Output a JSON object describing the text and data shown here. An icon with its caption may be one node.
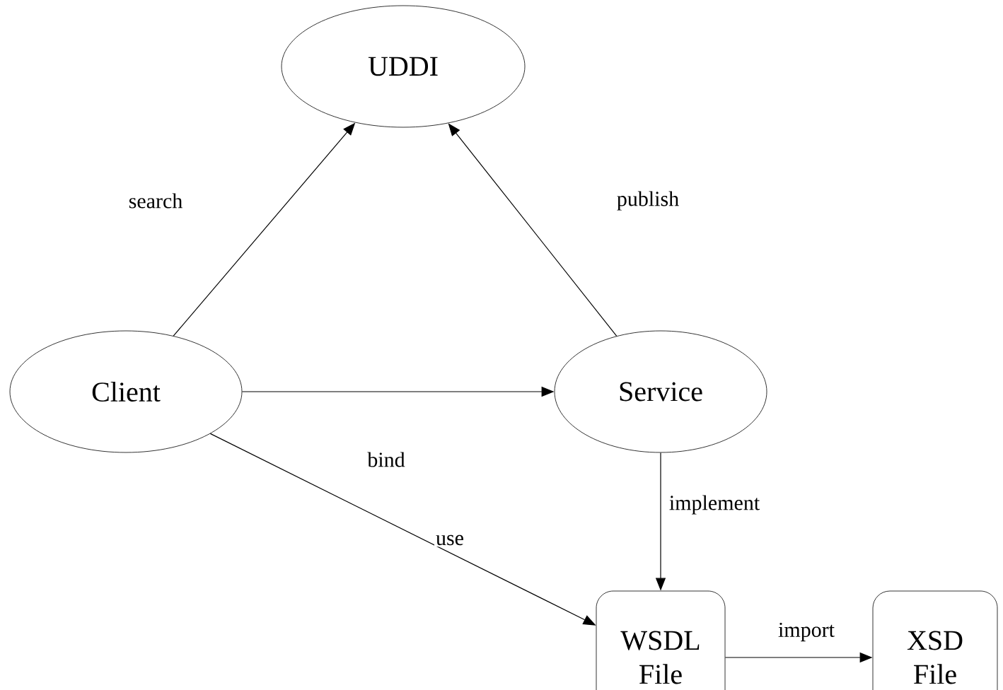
{
  "diagram": {
    "nodes": [
      {
        "text": [
          "UDDI"
        ]
      },
      {
        "text": [
          "Client"
        ]
      },
      {
        "text": [
          "Service"
        ]
      },
      {
        "text": [
          "WSDL File"
        ]
      },
      {
        "text": [
          "XSD File"
        ]
      }
    ],
    "edges": [
      {
        "from": 1,
        "to": 0,
        "arrow": "to",
        "label": "search"
      },
      {
        "from": 2,
        "to": 0,
        "arrow": "to",
        "label": "publish"
      },
      {
        "from": 1,
        "to": 2,
        "arrow": "to",
        "label": "bind"
      },
      {
        "from": 2,
        "to": 3,
        "arrow": "to",
        "label": "implement"
      },
      {
        "from": 1,
        "to": 3,
        "arrow": "to",
        "label": "use"
      },
      {
        "from": 3,
        "to": 4,
        "arrow": "to",
        "label": "import"
      }
    ]
  }
}
